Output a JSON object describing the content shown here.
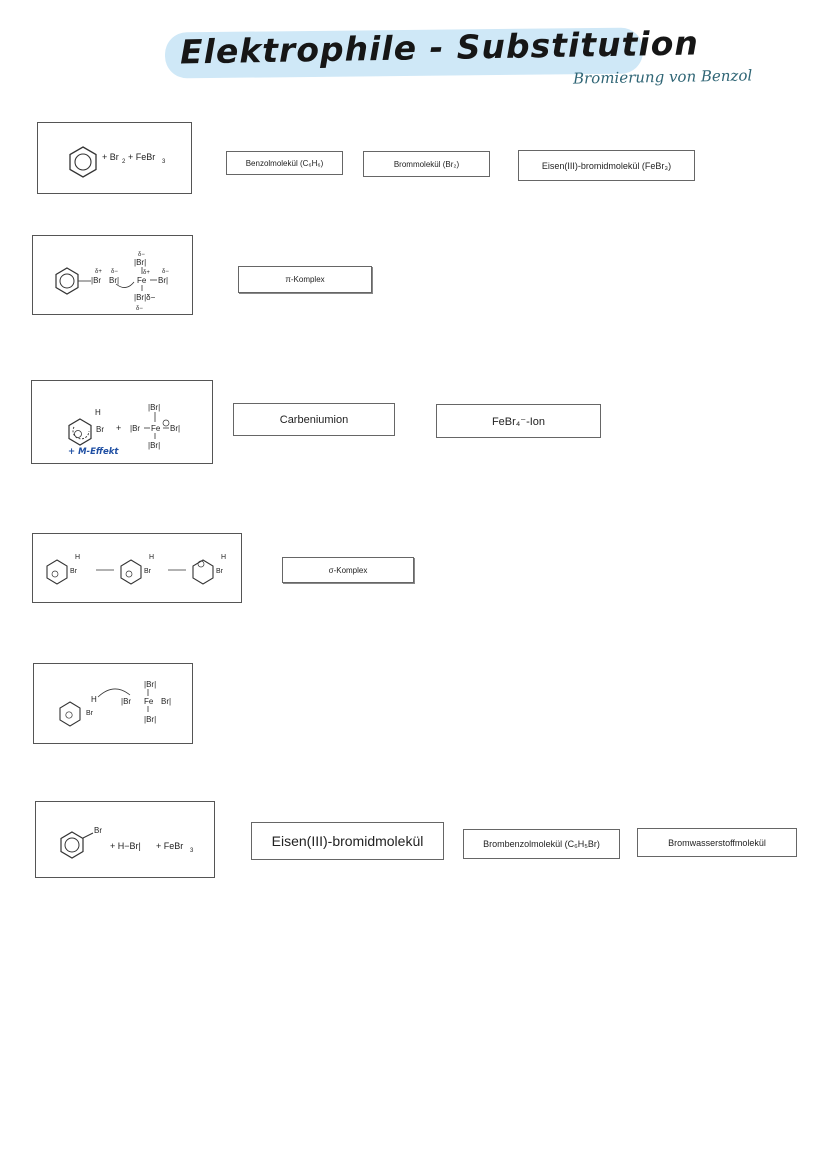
{
  "header": {
    "title": "Elektrophile - Substitution",
    "subtitle": "Bromierung von Benzol"
  },
  "steps": [
    {
      "box_text": [
        "+ Br",
        "2",
        "+ FeBr",
        "3"
      ],
      "labels": [
        "Benzolmolekül (C₆H₆)",
        "Brommolekül (Br₂)",
        "Eisen(III)-bromidmolekül (FeBr₃)"
      ]
    },
    {
      "box_text": [
        "δ−",
        "|Br|",
        "δ+",
        "δ−",
        "δ+",
        "|Br",
        "Br|",
        "Fe",
        "Br|",
        "|Br|δ−",
        "δ−",
        "δ−"
      ],
      "labels": [
        "π-Komplex"
      ]
    },
    {
      "box_text": [
        "H",
        "Br",
        "+",
        "|Br|",
        "|Br",
        "Fe",
        "Br|",
        "|Br|",
        "+ M-Effekt"
      ],
      "labels": [
        "Carbeniumion",
        "FeBr₄⁻-Ion"
      ]
    },
    {
      "box_text": [
        "H",
        "Br",
        "H",
        "Br",
        "H",
        "Br"
      ],
      "labels": [
        "σ-Komplex"
      ]
    },
    {
      "box_text": [
        "|Br|",
        "H",
        "|Br",
        "Fe",
        "Br|",
        "|Br|",
        "Br"
      ],
      "labels": []
    },
    {
      "box_text": [
        "Br",
        "+ H−Br|",
        "+ FeBr",
        "3"
      ],
      "labels": [
        "Eisen(III)-bromidmolekül",
        "Brombenzolmolekül (C₆H₅Br)",
        "Bromwasserstoffmolekül"
      ]
    }
  ]
}
